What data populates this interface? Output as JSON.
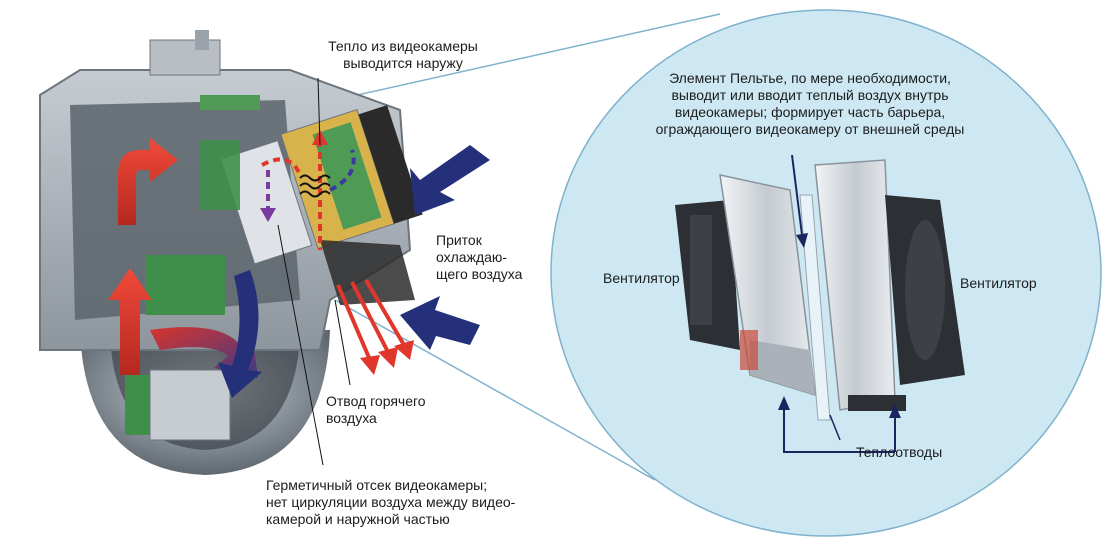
{
  "labels": {
    "heat_out": "Тепло из видеокамеры\nвыводится наружу",
    "peltier": "Элемент Пельтье, по мере необходимости,\nвыводит или вводит теплый воздух внутрь\nвидеокамеры; формирует часть барьера,\nограждающего видеокамеру от внешней среды",
    "intake": "Приток\nохлаждаю-\nщего воздуха",
    "fan_left": "Вентилятор",
    "fan_right": "Вентилятор",
    "hot_exhaust": "Отвод горячего\nвоздуха",
    "sealed": "Герметичный отсек видеокамеры;\nнет циркуляции воздуха между видео-\nкамерой и наружной частью",
    "heatsinks": "Теплоотводы"
  },
  "colors": {
    "hot_arrow": "#e0362b",
    "cold_arrow": "#25307a",
    "zoom_circle": "#cde8f3",
    "housing": "#9aa3ab",
    "pcb": "#3f8f4a"
  }
}
